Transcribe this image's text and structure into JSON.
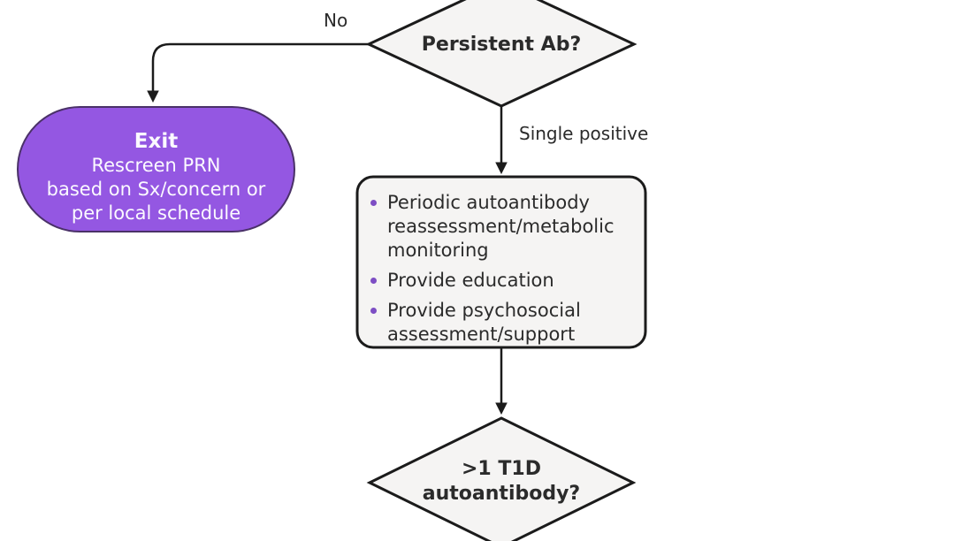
{
  "palette": {
    "canvas_bg": "#ffffff",
    "node_fill": "#f5f4f3",
    "node_border": "#1b1b1b",
    "exit_fill": "#9457e2",
    "exit_border": "#4a3168",
    "exit_text": "#fbf9ff",
    "bullet_color": "#7d4ec4",
    "text_color": "#2b2b2b"
  },
  "flowchart": {
    "decision_top": {
      "label": "Persistent Ab?"
    },
    "edges": {
      "no_label": "No",
      "single_positive_label": "Single positive"
    },
    "exit_node": {
      "title": "Exit",
      "lines": [
        "Rescreen PRN",
        "based on Sx/concern or",
        "per local schedule"
      ]
    },
    "monitoring_node": {
      "bullets": [
        "Periodic autoantibody reassessment/metabolic monitoring",
        "Provide education",
        "Provide psychosocial assessment/support"
      ]
    },
    "decision_bottom": {
      "label_line1": ">1 T1D",
      "label_line2": "autoantibody?"
    }
  }
}
